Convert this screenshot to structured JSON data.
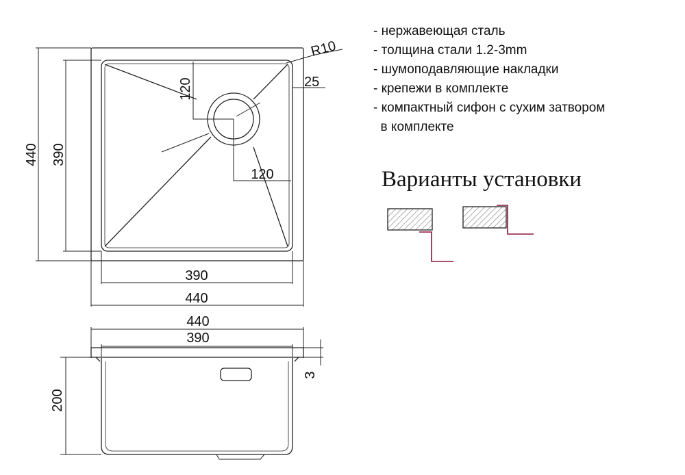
{
  "features": [
    "- нержавеющая сталь",
    "- толщина стали 1.2-3mm",
    "- шумоподавляющие накладки",
    "- крепежи в комплекте",
    "- компактный сифон с сухим затвором",
    "  в комплекте"
  ],
  "variants_title": "Варианты установки",
  "top_view": {
    "width_outer": "440",
    "width_inner": "390",
    "height_outer": "440",
    "height_inner": "390",
    "radius": "R10",
    "flange": "25",
    "drain_offset_vertical": "120",
    "drain_offset_horizontal": "120"
  },
  "side_view": {
    "width_outer": "440",
    "width_inner": "390",
    "depth": "200",
    "thickness": "3"
  },
  "colors": {
    "line": "#222222",
    "accent": "#8a1538",
    "hatch": "#888888"
  }
}
